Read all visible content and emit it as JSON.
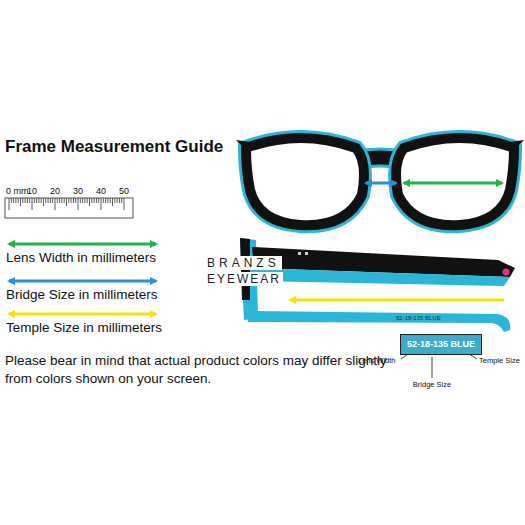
{
  "diagram": {
    "title": "Frame Measurement Guide",
    "nodes": [
      {
        "text": [
          "52-18-135 BLUE"
        ]
      }
    ],
    "labels": [
      "0 mm",
      "10",
      "20",
      "30",
      "40",
      "50",
      "BRANZS",
      "EYEWEAR",
      "52-18-135 BLUE",
      "Lens Width",
      "Temple Size",
      "Bridge Size",
      "Please bear in mind that actual product colors may differ slightly from colors shown on your screen."
    ],
    "legend": [
      {
        "text": "Lens Width in millimeters"
      },
      {
        "text": "Bridge Size in millimeters"
      },
      {
        "text": "Temple Size in millimeters"
      }
    ]
  }
}
